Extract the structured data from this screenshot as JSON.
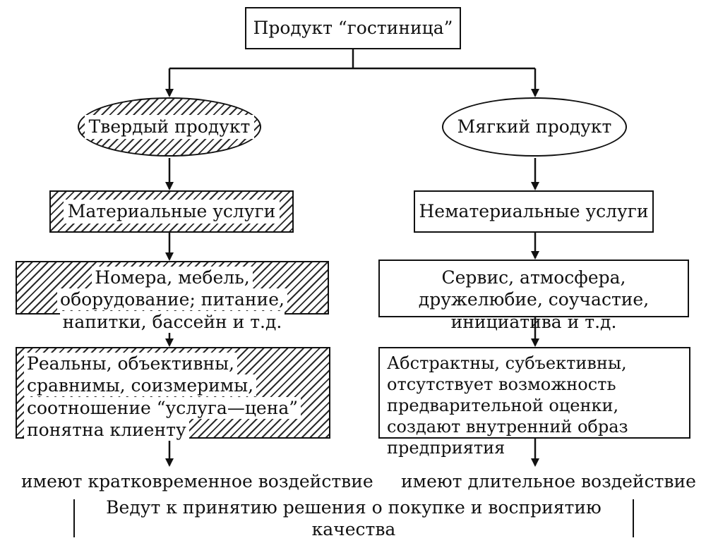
{
  "root": "Продукт “гостиница”",
  "hard": {
    "product": "Твердый продукт",
    "services": "Материальные услуги",
    "examples": "Номера, мебель, оборудование; питание, напитки, бассейн и т.д.",
    "traits": "Реальны, объективны, сравнимы, соизмеримы, соотношение “услуга—цена” понятна клиенту",
    "effect": "имеют кратковременное воздействие"
  },
  "soft": {
    "product": "Мягкий продукт",
    "services": "Нематериальные услуги",
    "examples": "Сервис, атмосфера, дружелюбие, соучастие, инициатива и т.д.",
    "traits": "Абстрактны, субъективны, отсутствует возможность предварительной оценки, создают внутренний образ предприятия",
    "effect": "имеют длительное воздействие"
  },
  "conclusion": "Ведут к принятию решения о покупке и восприятию качества"
}
